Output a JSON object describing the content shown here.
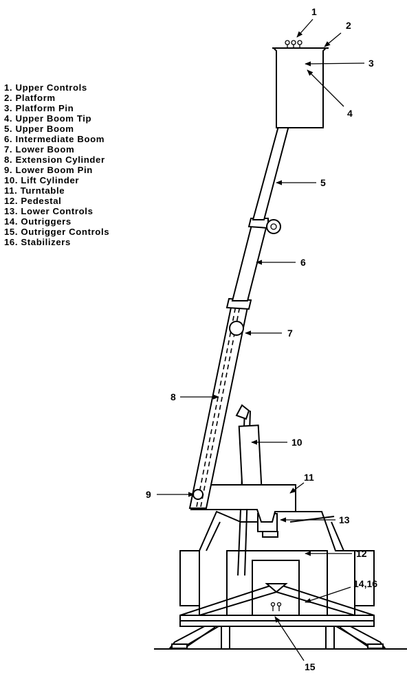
{
  "legend": [
    "1. Upper Controls",
    "2. Platform",
    "3. Platform Pin",
    "4. Upper Boom Tip",
    "5. Upper Boom",
    "6. Intermediate Boom",
    "7. Lower Boom",
    "8. Extension Cylinder",
    "9. Lower Boom Pin",
    "10. Lift Cylinder",
    "11. Turntable",
    "12. Pedestal",
    "13. Lower Controls",
    "14. Outriggers",
    "15. Outrigger Controls",
    "16. Stabilizers"
  ],
  "callouts": {
    "c1": "1",
    "c2": "2",
    "c3": "3",
    "c4": "4",
    "c5": "5",
    "c6": "6",
    "c7": "7",
    "c8": "8",
    "c9": "9",
    "c10": "10",
    "c11": "11",
    "c12": "12",
    "c13": "13",
    "c14": "14,16",
    "c15": "15"
  }
}
